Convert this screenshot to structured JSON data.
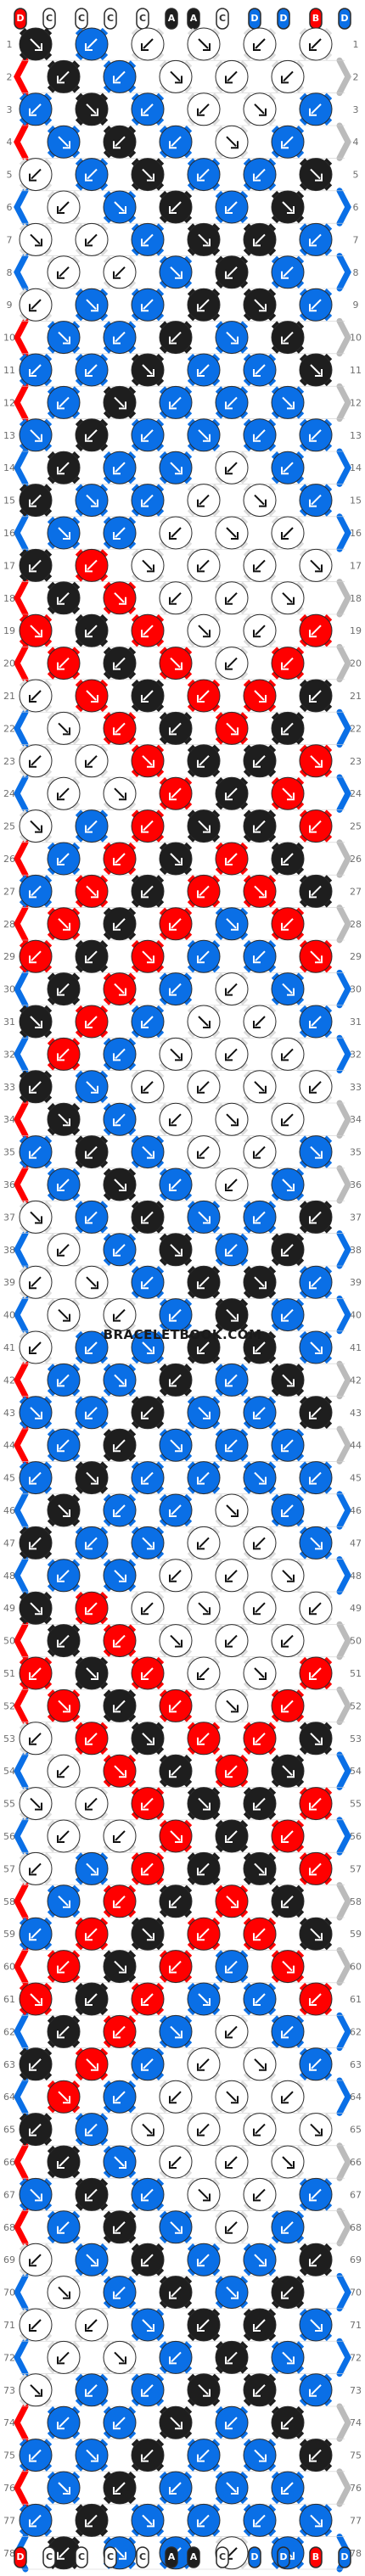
{
  "page": {
    "watermark": "BRACELETBOOK.COM"
  },
  "colors": {
    "A": "#1e1e1e",
    "B": "#ff0000",
    "C": "#ffffff",
    "D": "#0a6fe6",
    "grid": "#cfcfcf",
    "outline": "#2a2a2a",
    "text": "#6f6f6f"
  },
  "strands": {
    "letters": [
      "D",
      "C",
      "C",
      "C",
      "C",
      "A",
      "A",
      "C",
      "D",
      "D",
      "B",
      "D"
    ],
    "colors": [
      "B",
      "C",
      "C",
      "C",
      "C",
      "A",
      "A",
      "C",
      "D",
      "D",
      "B",
      "D"
    ],
    "color_names": [
      "red",
      "white",
      "white",
      "white",
      "white",
      "black",
      "black",
      "white",
      "blue",
      "blue",
      "red",
      "blue"
    ]
  },
  "pattern": {
    "rows": 78,
    "knots_per_odd_row": 6,
    "knots_per_even_row": 5,
    "row_numbers": [
      "1",
      "2",
      "3",
      "4",
      "5",
      "6",
      "7",
      "8",
      "9",
      "10",
      "11",
      "12",
      "13",
      "14",
      "15",
      "16",
      "17",
      "18",
      "19",
      "20",
      "21",
      "22",
      "23",
      "24",
      "25",
      "26",
      "27",
      "28",
      "29",
      "30",
      "31",
      "32",
      "33",
      "34",
      "35",
      "36",
      "37",
      "38",
      "39",
      "40",
      "41",
      "42",
      "43",
      "44",
      "45",
      "46",
      "47",
      "48",
      "49",
      "50",
      "51",
      "52",
      "53",
      "54",
      "55",
      "56",
      "57",
      "58",
      "59",
      "60",
      "61",
      "62",
      "63",
      "64",
      "65",
      "66",
      "67",
      "68",
      "69",
      "70",
      "71",
      "72",
      "73",
      "74",
      "75",
      "76",
      "77",
      "78"
    ]
  },
  "icons": {
    "knot_forward": "arrow-down-left-icon",
    "knot_backward": "arrow-down-right-icon",
    "knot_forward_backward": "arrow-hook-icon"
  }
}
